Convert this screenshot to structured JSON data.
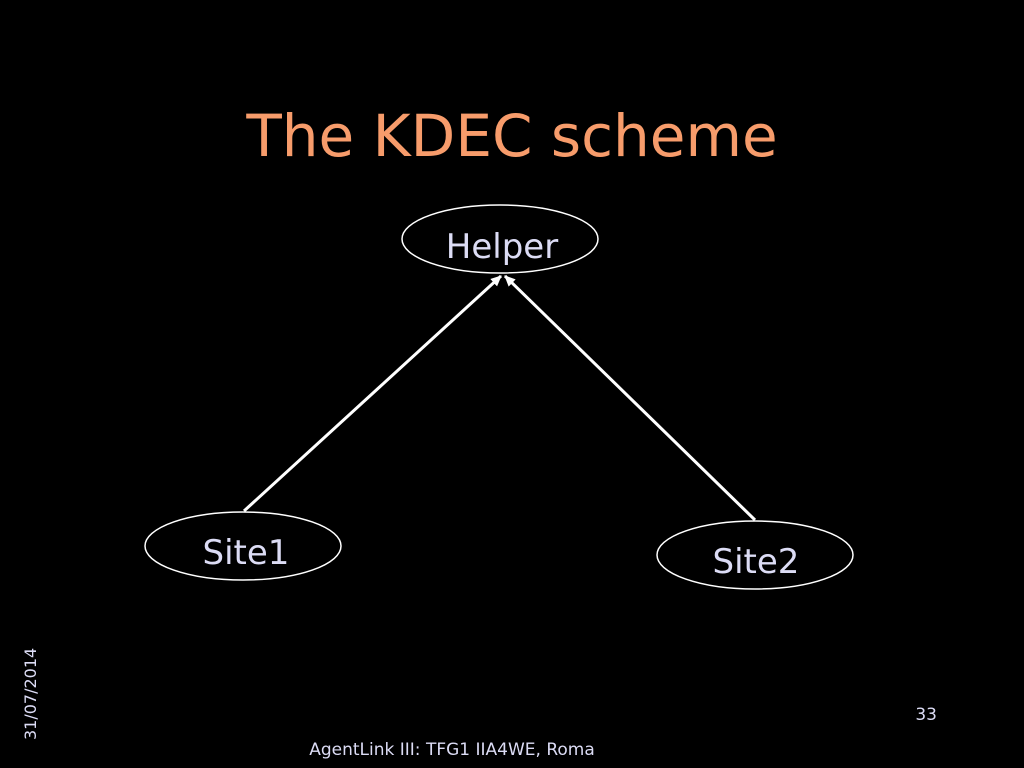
{
  "slide": {
    "title": "The KDEC scheme",
    "date": "31/07/2014",
    "slide_number": "33",
    "footer": "AgentLink III: TFG1 IIA4WE, Roma"
  },
  "diagram": {
    "nodes": {
      "helper": "Helper",
      "site1": "Site1",
      "site2": "Site2"
    },
    "edges": [
      {
        "from": "site1",
        "to": "helper"
      },
      {
        "from": "site2",
        "to": "helper"
      }
    ]
  },
  "colors": {
    "background": "#000000",
    "title": "#f79c6b",
    "text": "#dcdcf5",
    "lines": "#ffffff"
  }
}
